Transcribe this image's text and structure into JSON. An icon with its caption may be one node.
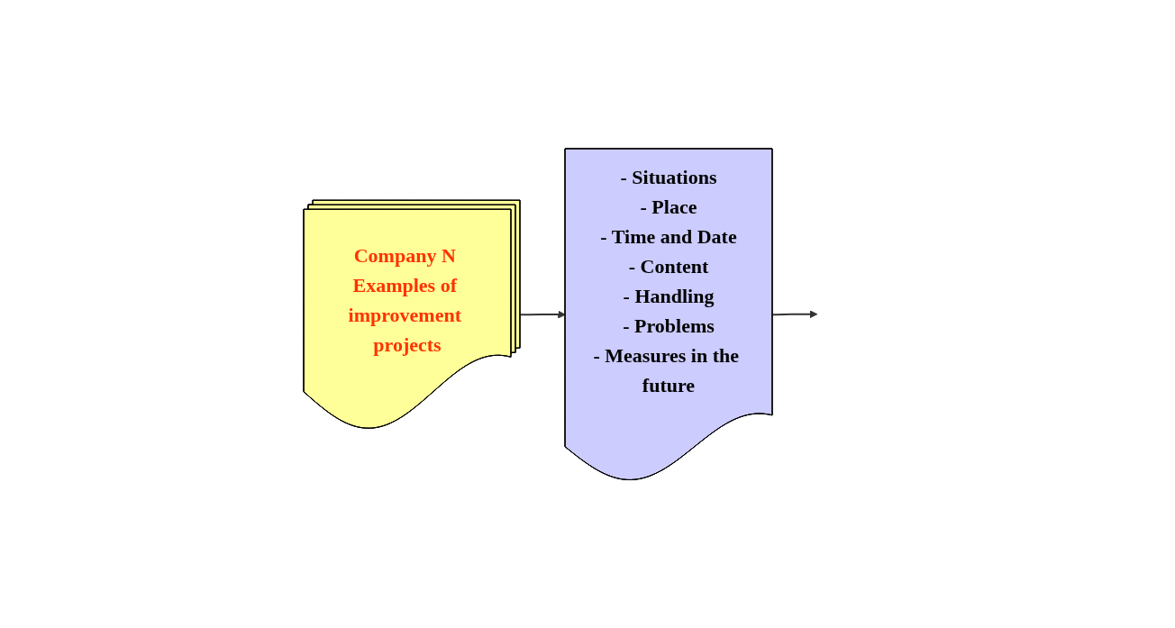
{
  "diagram": {
    "nodes": [
      {
        "text": [
          "Company N Examples of improvement projects"
        ]
      },
      {
        "text": [
          "- Situations",
          "- Place",
          "- Time and Date",
          "- Content",
          "- Handling",
          "- Problems",
          "- Measures in the future"
        ]
      }
    ],
    "edges": [
      {
        "from": 0,
        "to": 1,
        "arrow": "to"
      },
      {
        "from": 1,
        "to": null,
        "arrow": "to"
      }
    ]
  }
}
